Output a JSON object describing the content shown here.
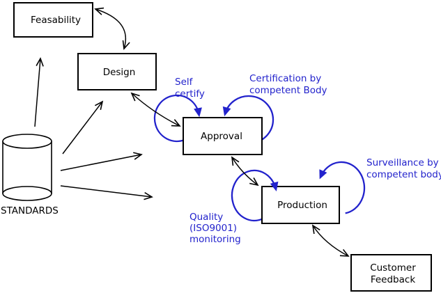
{
  "nodes": {
    "feasability": {
      "label": "Feasability"
    },
    "design": {
      "label": "Design"
    },
    "approval": {
      "label": "Approval"
    },
    "production": {
      "label": "Production"
    },
    "customer_feedback": {
      "lines": [
        "Customer",
        "Feedback"
      ]
    }
  },
  "datastore": {
    "label": "STANDARDS"
  },
  "annotations": {
    "self_certify": {
      "lines": [
        "Self",
        "certify"
      ]
    },
    "certification": {
      "lines": [
        "Certification by",
        "competent Body"
      ]
    },
    "surveillance": {
      "lines": [
        "Surveillance by",
        "competent body"
      ]
    },
    "quality": {
      "lines": [
        "Quality",
        "(ISO9001)",
        "monitoring"
      ]
    }
  },
  "colors": {
    "annotation_blue": "#2222cc",
    "line_black": "#000000",
    "box_fill": "#ffffff",
    "background": "#ffffff"
  }
}
